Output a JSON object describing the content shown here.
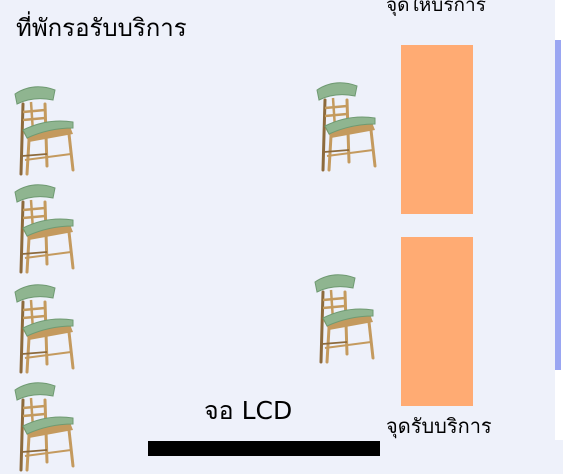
{
  "labels": {
    "waiting_area": "ที่พักรอรับบริการ",
    "service_point": "จุดให้บริการ",
    "pickup_point": "จุดรับบริการ",
    "lcd_screen": "จอ LCD"
  },
  "colors": {
    "background": "#eef1fa",
    "counter": "#ffab73",
    "lcd": "#000000",
    "edge": "#ffffff",
    "accent": "#9aa6f2",
    "chair_seat": "#8fb590",
    "chair_seat_shade": "#6f9a72",
    "chair_wood": "#c49a5e",
    "chair_wood_dark": "#8d6a3c"
  },
  "chairs": [
    {
      "name": "chair-waiting-1"
    },
    {
      "name": "chair-waiting-2"
    },
    {
      "name": "chair-waiting-3"
    },
    {
      "name": "chair-waiting-4"
    },
    {
      "name": "chair-service"
    },
    {
      "name": "chair-pickup"
    }
  ]
}
